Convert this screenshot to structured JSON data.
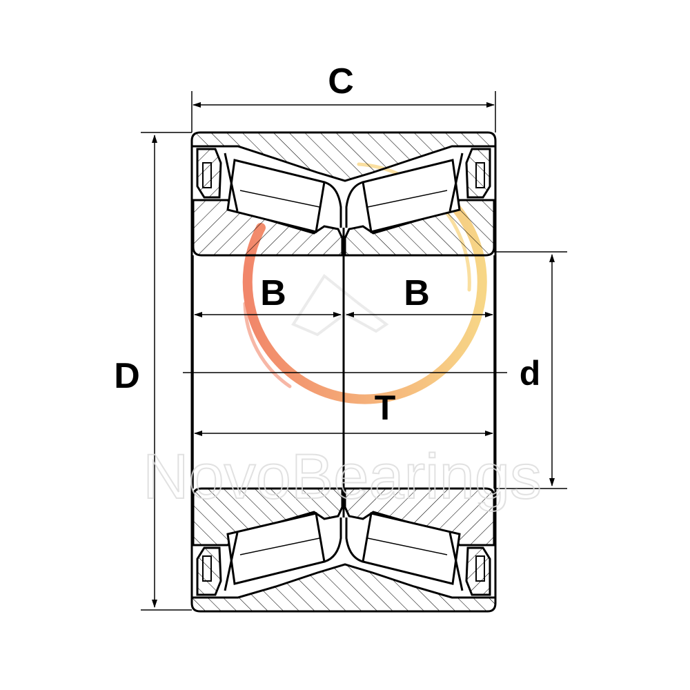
{
  "drawing": {
    "labels": {
      "C": "C",
      "D": "D",
      "d": "d",
      "B_left": "B",
      "B_right": "B",
      "T": "T"
    }
  },
  "watermark": {
    "text": "NovoBearings"
  },
  "colors": {
    "line": "#000000",
    "hatch": "#000000",
    "watermark_ring_start": "#f07a5a",
    "watermark_ring_end": "#f7c766",
    "watermark_text": "#e6e6e6"
  }
}
